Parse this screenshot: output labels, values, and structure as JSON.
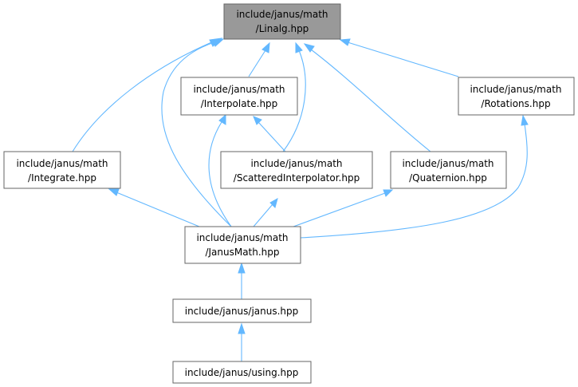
{
  "diagram": {
    "title": "Include dependency graph for Linalg.hpp",
    "colors": {
      "edge": "#63b8ff",
      "node_border": "#666666",
      "root_fill": "#999999",
      "node_fill": "#ffffff"
    },
    "nodes": {
      "linalg": {
        "line1": "include/janus/math",
        "line2": "/Linalg.hpp"
      },
      "interpolate": {
        "line1": "include/janus/math",
        "line2": "/Interpolate.hpp"
      },
      "rotations": {
        "line1": "include/janus/math",
        "line2": "/Rotations.hpp"
      },
      "integrate": {
        "line1": "include/janus/math",
        "line2": "/Integrate.hpp"
      },
      "scattered": {
        "line1": "include/janus/math",
        "line2": "/ScatteredInterpolator.hpp"
      },
      "quaternion": {
        "line1": "include/janus/math",
        "line2": "/Quaternion.hpp"
      },
      "janusmath": {
        "line1": "include/janus/math",
        "line2": "/JanusMath.hpp"
      },
      "janus": {
        "line1": "include/janus/janus.hpp"
      },
      "using": {
        "line1": "include/janus/using.hpp"
      }
    },
    "edges": [
      {
        "from": "integrate",
        "to": "linalg"
      },
      {
        "from": "janusmath",
        "to": "linalg"
      },
      {
        "from": "interpolate",
        "to": "linalg"
      },
      {
        "from": "scattered",
        "to": "linalg"
      },
      {
        "from": "quaternion",
        "to": "linalg"
      },
      {
        "from": "rotations",
        "to": "linalg"
      },
      {
        "from": "janusmath",
        "to": "interpolate"
      },
      {
        "from": "scattered",
        "to": "interpolate"
      },
      {
        "from": "janusmath",
        "to": "integrate"
      },
      {
        "from": "janusmath",
        "to": "scattered"
      },
      {
        "from": "janusmath",
        "to": "quaternion"
      },
      {
        "from": "janusmath",
        "to": "rotations"
      },
      {
        "from": "janus",
        "to": "janusmath"
      },
      {
        "from": "using",
        "to": "janus"
      }
    ]
  }
}
